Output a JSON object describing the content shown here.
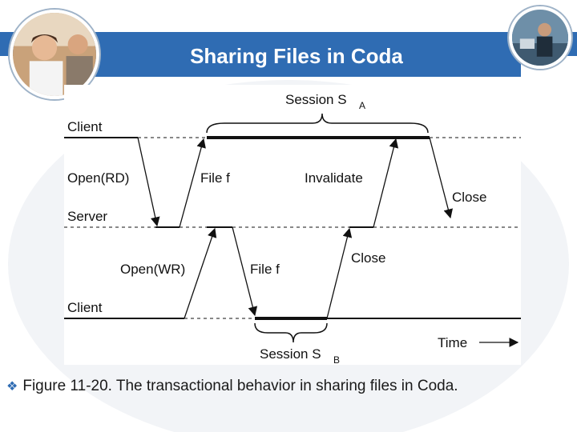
{
  "title": "Sharing Files in Coda",
  "caption": {
    "bullet": "❖",
    "text": "Figure 11-20. The transactional behavior in sharing files in Coda."
  },
  "diagram": {
    "session_a": {
      "label": "Session S",
      "sub": "A"
    },
    "session_b": {
      "label": "Session S",
      "sub": "B"
    },
    "lane_labels": {
      "client_top": "Client",
      "server": "Server",
      "client_bottom": "Client"
    },
    "messages": {
      "open_rd": "Open(RD)",
      "file_f_1": "File f",
      "invalidate": "Invalidate",
      "close_1": "Close",
      "open_wr": "Open(WR)",
      "file_f_2": "File f",
      "close_2": "Close"
    },
    "time_label": "Time"
  },
  "colors": {
    "title_bar": "#2f6cb3",
    "accent": "#2f6cb3"
  }
}
